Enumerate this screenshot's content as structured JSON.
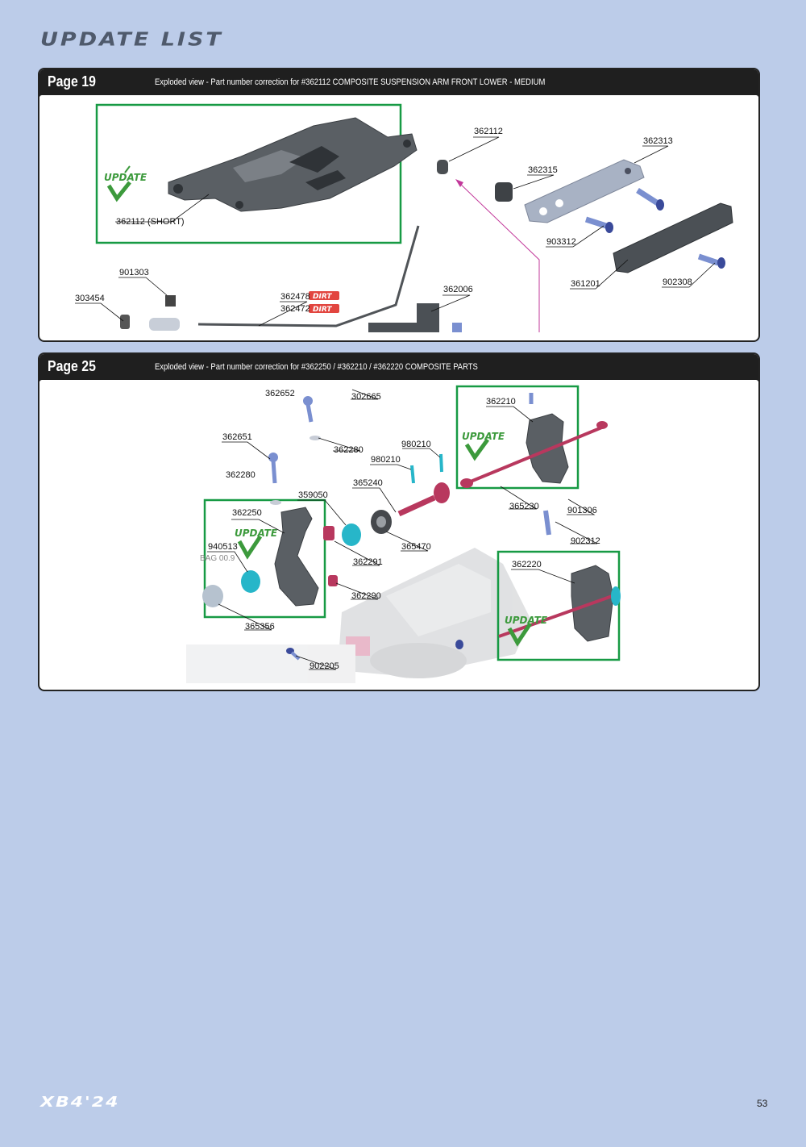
{
  "page": {
    "title": "UPDATE LIST",
    "footer_logo": "XB4'24",
    "page_number": "53"
  },
  "badges": {
    "update": "UPDATE",
    "dirt": "DIRT"
  },
  "colors": {
    "background": "#bccce9",
    "header_bar": "#1f1f1f",
    "highlight_box": "#179a44",
    "update_green": "#3c9a3c",
    "part_grey": "#555a5e",
    "part_blue": "#7a8fd0",
    "part_cyan": "#27b6c9",
    "part_red": "#b8385e"
  },
  "sections": [
    {
      "page_label": "Page 19",
      "description": "Exploded view - Part number correction for #362112 COMPOSITE SUSPENSION ARM FRONT LOWER - MEDIUM",
      "labels": {
        "l_362112_short": "362112 (SHORT)",
        "l_362112": "362112",
        "l_362313": "362313",
        "l_362315": "362315",
        "l_903312": "903312",
        "l_361201": "361201",
        "l_902308": "902308",
        "l_901303": "901303",
        "l_303454": "303454",
        "l_362478": "362478",
        "l_362472": "362472",
        "l_362006": "362006"
      }
    },
    {
      "page_label": "Page 25",
      "description": "Exploded view - Part number correction for #362250 / #362210 / #362220 COMPOSITE PARTS",
      "labels": {
        "l_362652": "362652",
        "l_302665": "302665",
        "l_362651": "362651",
        "l_362280a": "362280",
        "l_362280b": "362280",
        "l_980210a": "980210",
        "l_980210b": "980210",
        "l_362210": "362210",
        "l_365240": "365240",
        "l_359050": "359050",
        "l_365230": "365230",
        "l_901306": "901306",
        "l_362250": "362250",
        "l_940513": "940513",
        "l_bag": "BAG 00.9",
        "l_902312": "902312",
        "l_365470": "365470",
        "l_362291": "362291",
        "l_362220": "362220",
        "l_362290": "362290",
        "l_365356": "365356",
        "l_902205": "902205"
      }
    }
  ]
}
